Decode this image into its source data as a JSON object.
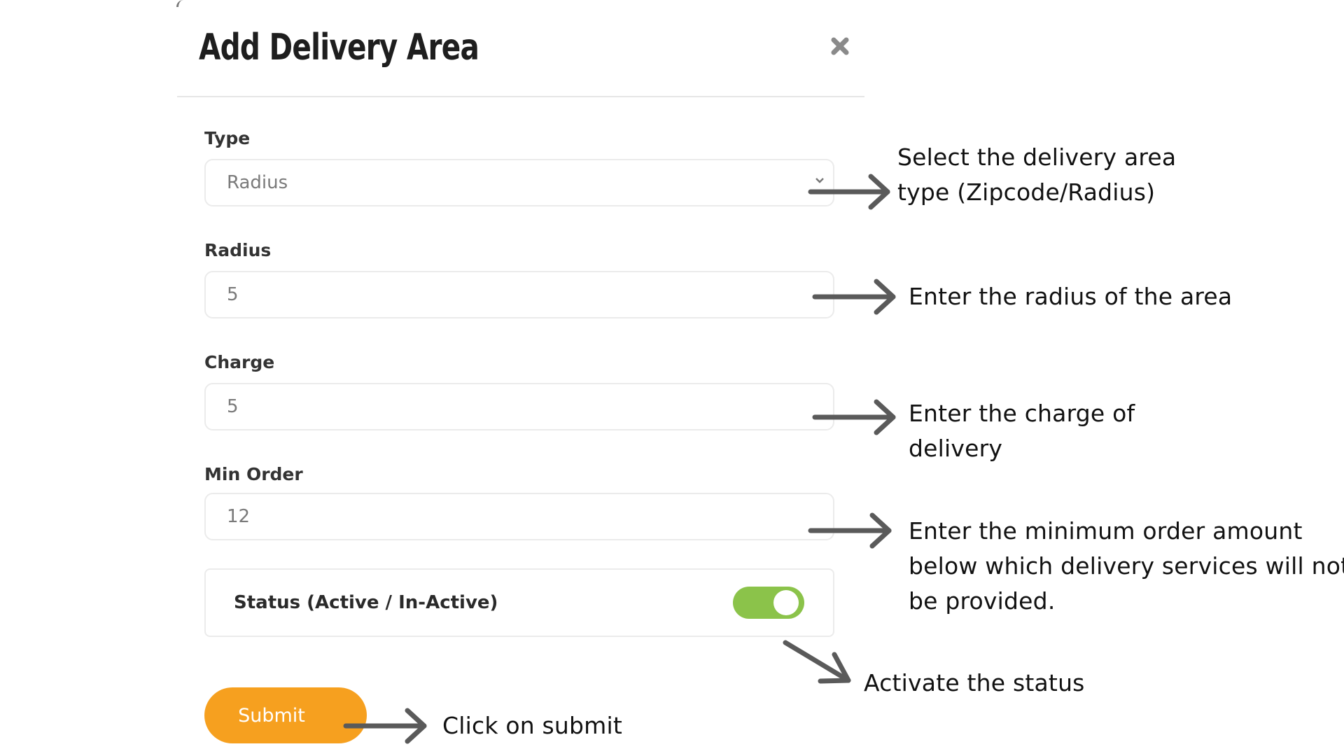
{
  "modal": {
    "title": "Add Delivery Area",
    "close_icon": "close-icon"
  },
  "form": {
    "type": {
      "label": "Type",
      "selected": "Radius",
      "icon": "chevron-down-icon"
    },
    "radius": {
      "label": "Radius",
      "value": "5"
    },
    "charge": {
      "label": "Charge",
      "value": "5"
    },
    "min_order": {
      "label": "Min Order",
      "value": "12"
    },
    "status": {
      "label": "Status (Active / In-Active)",
      "active": true
    },
    "submit_label": "Submit"
  },
  "annotations": {
    "type": [
      "Select the delivery area",
      "type (Zipcode/Radius)"
    ],
    "radius": [
      "Enter the radius of the area"
    ],
    "charge": [
      "Enter the charge of",
      "delivery"
    ],
    "min_order": [
      "Enter the minimum order amount",
      "below which delivery services will not",
      "be provided."
    ],
    "status": [
      "Activate the status"
    ],
    "submit": [
      "Click on submit"
    ]
  },
  "colors": {
    "submit": "#f6a01f",
    "toggle_on": "#8bc34a",
    "arrow": "#5a5a5a"
  }
}
